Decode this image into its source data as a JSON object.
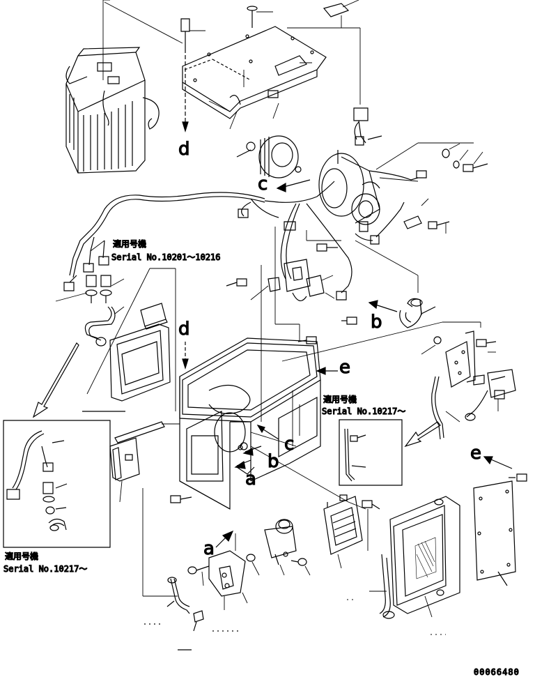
{
  "serial_notes": [
    {
      "heading": "適用号機",
      "serial": "Serial No.10201～10216"
    },
    {
      "heading": "適用号機",
      "serial": "Serial No.10217～"
    },
    {
      "heading": "適用号機",
      "serial": "Serial No.10217～"
    }
  ],
  "view_letters": {
    "d_top": "d",
    "c_left": "c",
    "d_mid": "d",
    "b_right": "b",
    "e_upper": "e",
    "c_center": "c",
    "a_center": "a",
    "b_center": "b",
    "e_right": "e",
    "a_lower": "a"
  },
  "drawing_number": "00066480"
}
